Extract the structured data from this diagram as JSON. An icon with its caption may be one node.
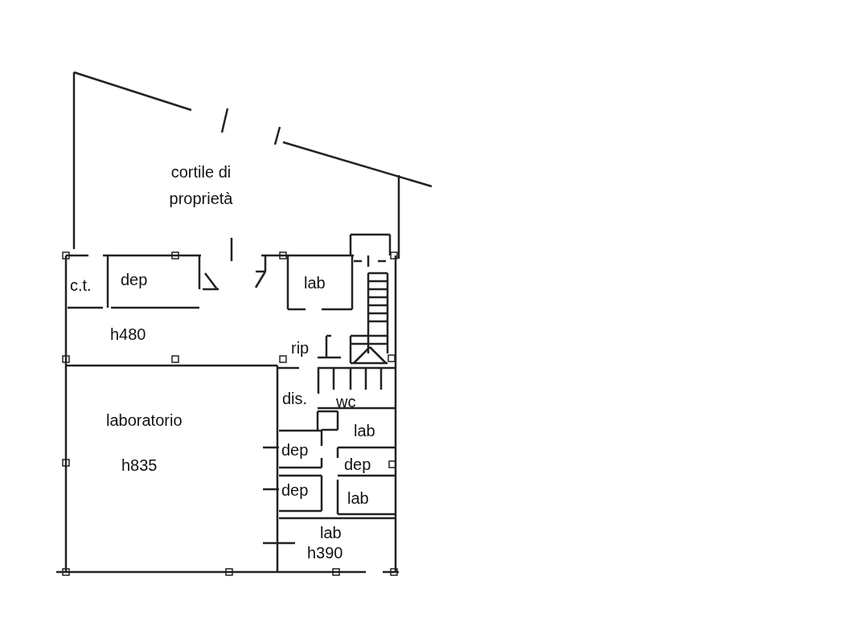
{
  "diagram": {
    "labels": [
      "cortile di proprietà",
      "c.t.",
      "dep",
      "lab",
      "h480",
      "rip",
      "dis.",
      "wc",
      "laboratorio",
      "lab",
      "dep",
      "h835",
      "dep",
      "dep",
      "lab",
      "lab",
      "h390"
    ]
  }
}
